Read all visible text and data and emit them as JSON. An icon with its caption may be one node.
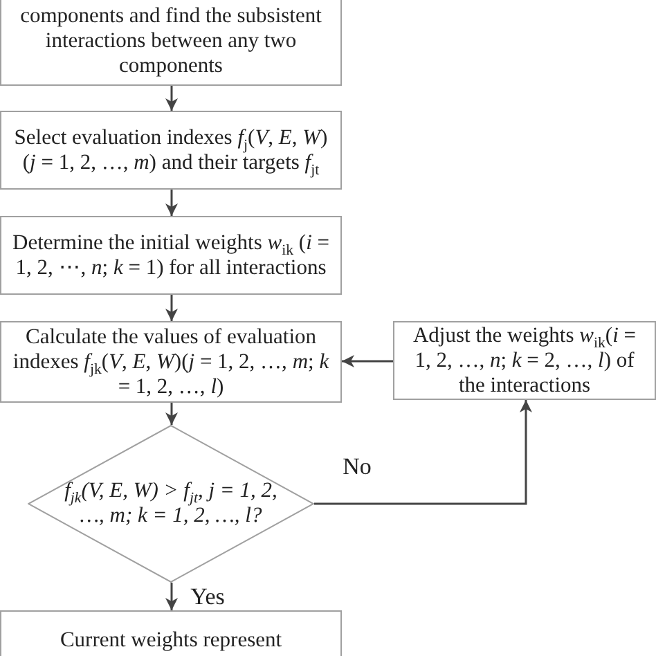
{
  "diagram": {
    "nodes": [
      {
        "text": [
          "components and find the subsistent interactions between any two components"
        ]
      },
      {
        "text": [
          "Select evaluation indexes *f*$_{j}$(*V*, *E*, *W*) (*j* = 1, 2, …, *m*) and their targets *f*$_{jt}$"
        ]
      },
      {
        "text": [
          "Determine the initial weights *w*$_{ik}$ (*i* = 1, 2, ⋯, *n*; *k* = 1) for all interactions"
        ]
      },
      {
        "text": [
          "Calculate the values of evaluation indexes *f*$_{jk}$(*V*, *E*, *W*)(*j* = 1, 2, …, *m*; *k* = 1, 2, …, *l*)"
        ]
      },
      {
        "text": [
          "f$_{jk}$(V, E, W) > f$_{jt}$, j = 1, 2, …, m; k = 1, 2, …, l?"
        ]
      },
      {
        "text": [
          "Adjust the weights *w*$_{ik}$(*i* = 1, 2, …, *n*; *k* = 2, …, *l*) of the interactions"
        ]
      },
      {
        "text": [
          "Current weights represent"
        ]
      }
    ],
    "edges": [
      {
        "from": 0,
        "to": 1,
        "arrow": "to"
      },
      {
        "from": 1,
        "to": 2,
        "arrow": "to"
      },
      {
        "from": 2,
        "to": 3,
        "arrow": "to"
      },
      {
        "from": 3,
        "to": 4,
        "arrow": "to"
      },
      {
        "from": 4,
        "to": 5,
        "arrow": "to",
        "label": "No"
      },
      {
        "from": 5,
        "to": 3,
        "arrow": "to"
      },
      {
        "from": 4,
        "to": 6,
        "arrow": "to",
        "label": "Yes"
      }
    ]
  }
}
